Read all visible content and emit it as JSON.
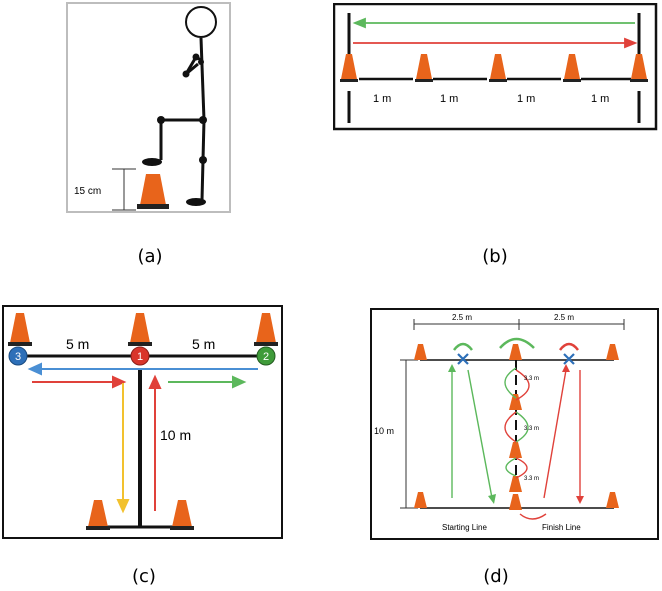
{
  "figure": {
    "panels": [
      {
        "id": "a",
        "caption": "(a)",
        "labels": {
          "height": "15 cm"
        }
      },
      {
        "id": "b",
        "caption": "(b)",
        "labels": {
          "spacing": [
            "1 m",
            "1 m",
            "1 m",
            "1 m"
          ]
        }
      },
      {
        "id": "c",
        "caption": "(c)",
        "labels": {
          "left_distance": "5 m",
          "right_distance": "5 m",
          "vertical_distance": "10 m",
          "marker_1": "1",
          "marker_2": "2",
          "marker_3": "3"
        }
      },
      {
        "id": "d",
        "caption": "(d)",
        "labels": {
          "left_width": "2.5 m",
          "right_width": "2.5 m",
          "height": "10 m",
          "seg1": "3.3 m",
          "seg2": "3.3 m",
          "seg3": "3.3 m",
          "start": "Starting Line",
          "finish": "Finish Line"
        }
      }
    ]
  },
  "colors": {
    "cone": "#e8641b",
    "red_arrow": "#e0413a",
    "green_arrow": "#5cb85c",
    "blue_arrow": "#4a8fd4",
    "yellow_arrow": "#f2c12e",
    "marker_red": "#d9352b",
    "marker_green": "#3f9b3a",
    "marker_blue": "#2d6fb8"
  }
}
